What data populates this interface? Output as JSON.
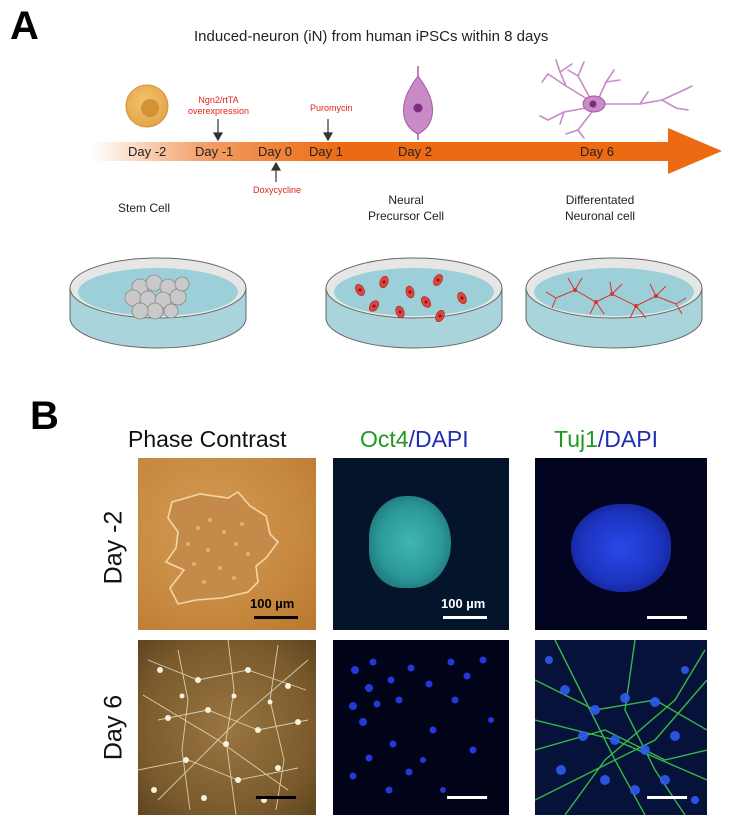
{
  "panelA": {
    "letter": "A",
    "title": "Induced-neuron (iN) from human iPSCs within 8 days",
    "days": [
      "Day -2",
      "Day -1",
      "Day 0",
      "Day 1",
      "Day 2",
      "Day 6"
    ],
    "note_overexpression": "Ngn2/rtTA\noverexpression",
    "note_doxycycline": "Doxycycline",
    "note_puromycin": "Puromycin",
    "stage_stem": "Stem Cell",
    "stage_precursor": "Neural\nPrecursor Cell",
    "stage_neuron": "Differentated\nNeuronal cell",
    "colors": {
      "arrow": "#ec6a12",
      "dish_liquid": "#b6dde3",
      "cell_red": "#e0443e",
      "neuron_purple": "#b35ab5"
    }
  },
  "panelB": {
    "letter": "B",
    "col_phase": "Phase Contrast",
    "col_oct4_marker": "Oct4",
    "col_tuj1_marker": "Tuj1",
    "col_slash": "/",
    "col_dapi": "DAPI",
    "row_day_minus2": "Day -2",
    "row_day6": "Day 6",
    "scale_label": "100 µm",
    "colors": {
      "marker_green": "#1e9a1e",
      "dapi_blue": "#1f2fb0"
    }
  }
}
